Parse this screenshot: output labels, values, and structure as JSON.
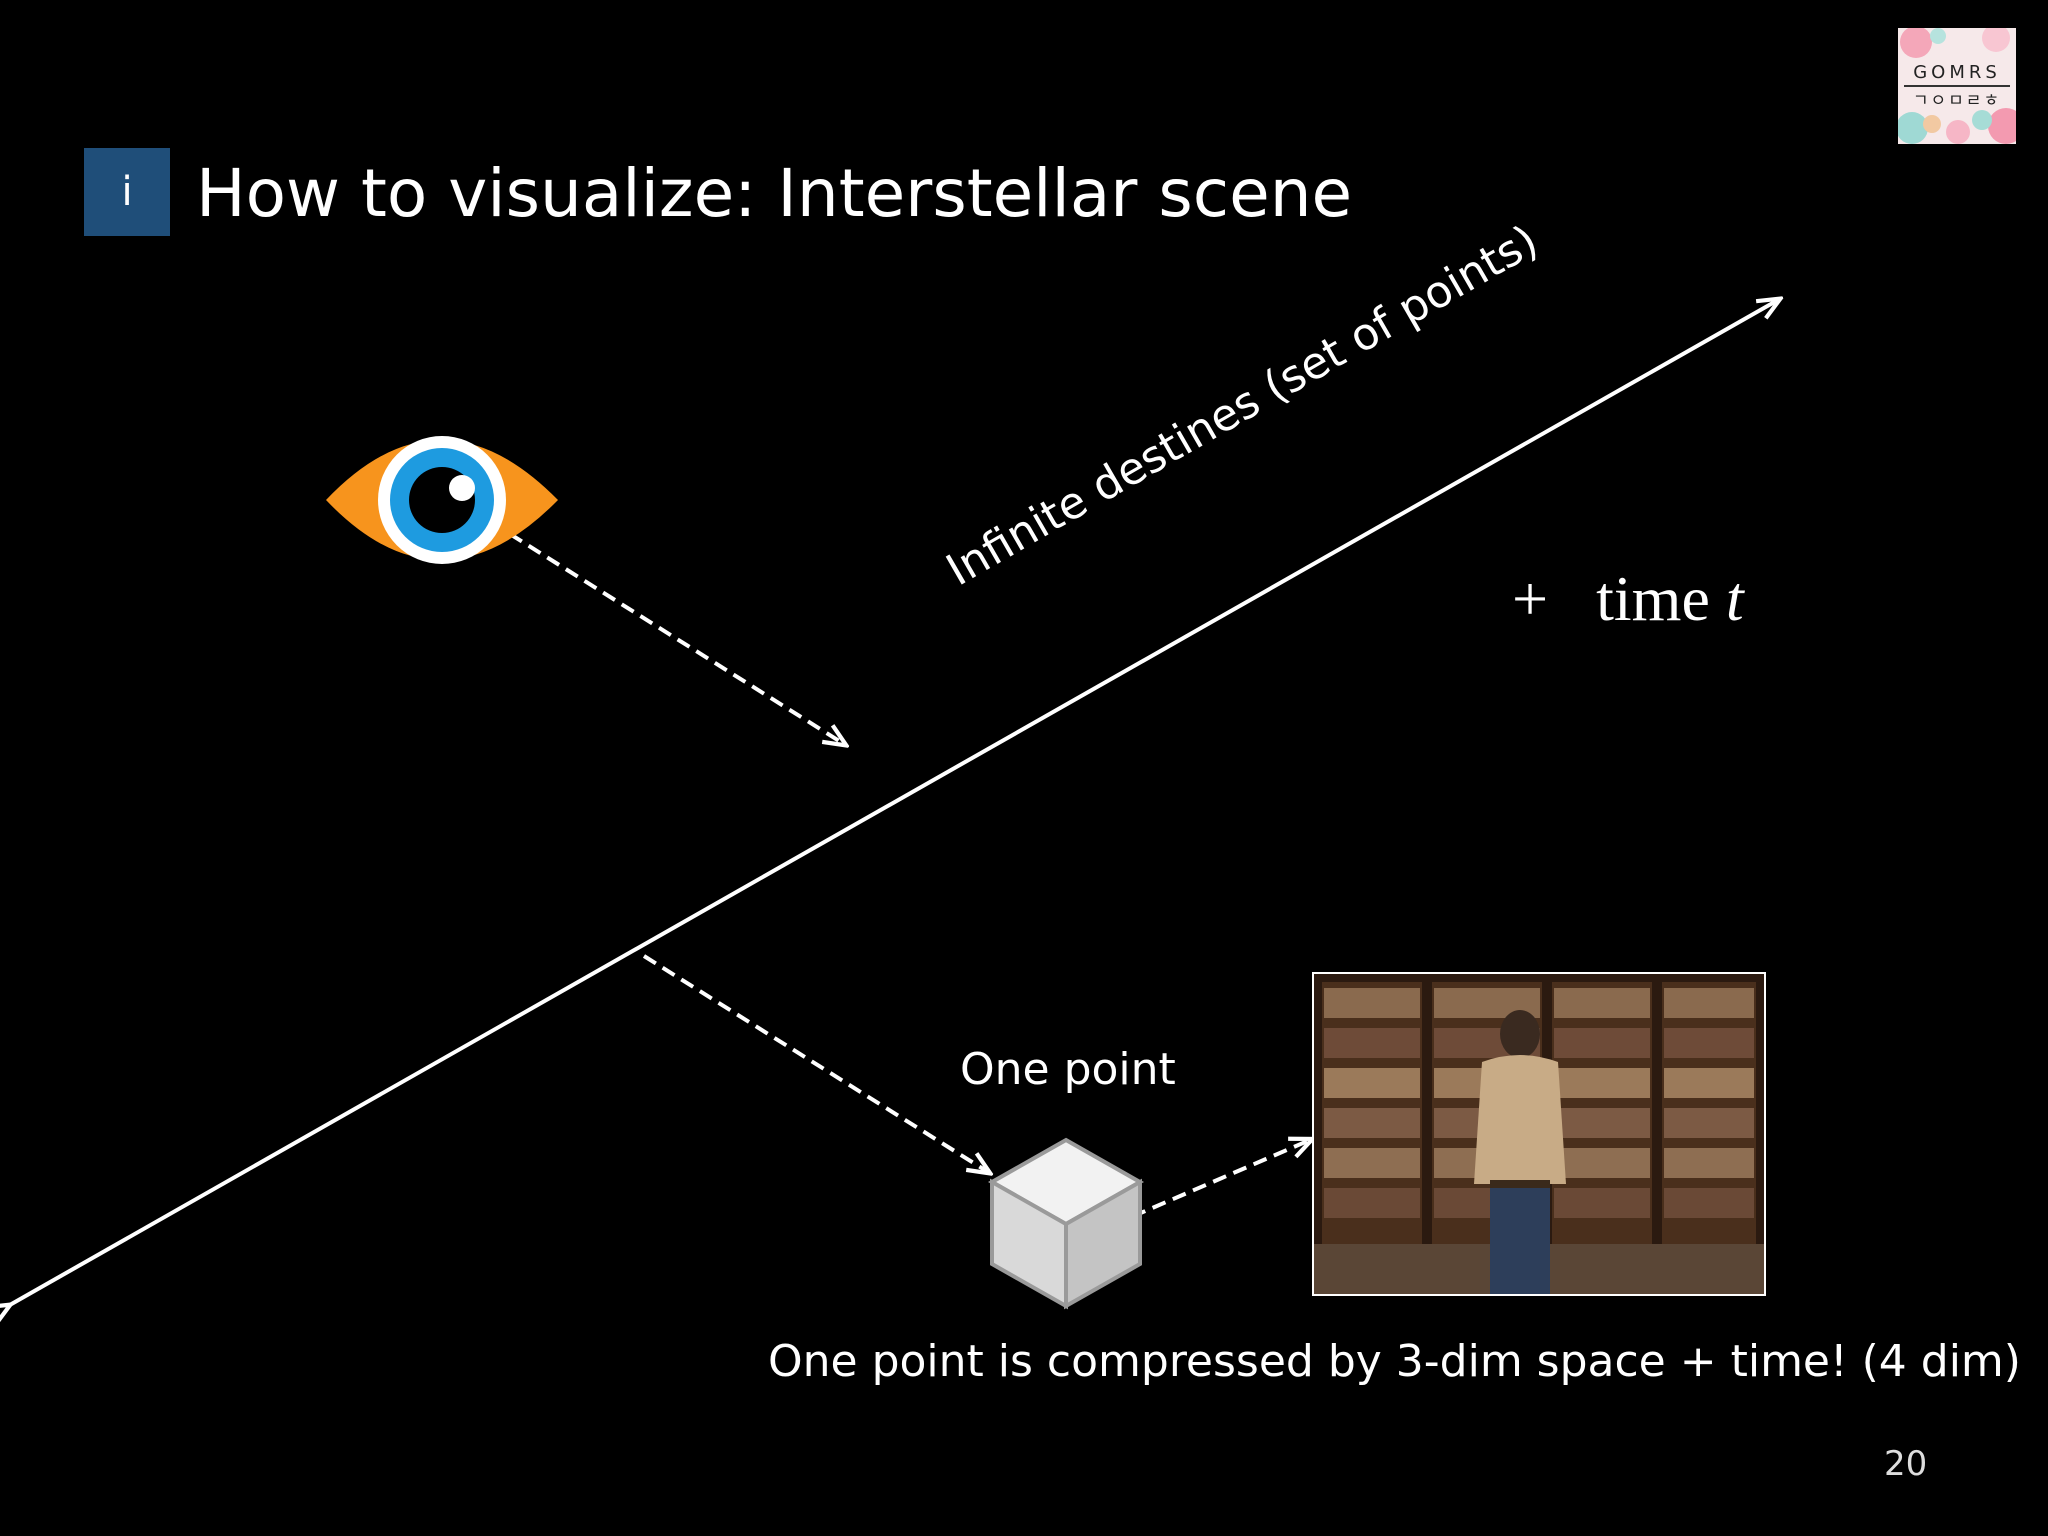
{
  "slide": {
    "badge": "i",
    "title": "How to visualize: Interstellar scene",
    "logo": {
      "latin": "GOMRS",
      "hangul": "ㄱㅇㅁㄹㅎ"
    },
    "diagonal_label": "Infinite destines (set of points)",
    "time_plus": "+",
    "time_word": "time",
    "time_var": "t",
    "one_point_label": "One point",
    "caption": "One point is compressed by 3-dim space + time! (4 dim)",
    "page_number": "20"
  },
  "icons": {
    "eye": "eye-icon",
    "cube": "cube-icon",
    "photo": "library-scene-image"
  },
  "colors": {
    "background": "#000000",
    "badge": "#1f4e79",
    "eye_orange": "#f7941d",
    "eye_blue": "#1e9be0",
    "text": "#ffffff"
  }
}
